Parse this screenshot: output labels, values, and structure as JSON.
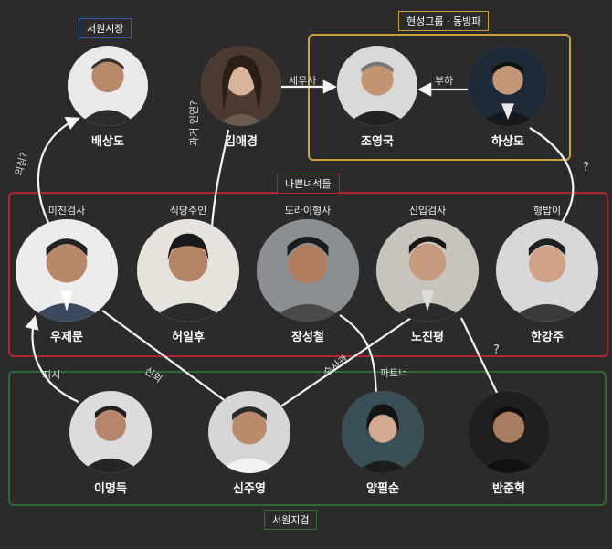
{
  "colors": {
    "background": "#2b2b2b",
    "mayor_box": "#2d5db8",
    "hyunsung_box": "#c9a23c",
    "villains_box": "#b3262f",
    "prosecutors_box": "#2f6b35",
    "lines": "#f5f5f5"
  },
  "tags": {
    "mayor": "서원시장",
    "hyunsung": "현성그룹 · 동방파",
    "villains": "나쁜녀석들",
    "prosecutors": "서원지검"
  },
  "people": {
    "bae": {
      "name": "배상도",
      "role": ""
    },
    "kim": {
      "name": "김애경",
      "role": ""
    },
    "jo": {
      "name": "조영국",
      "role": ""
    },
    "ha": {
      "name": "하상모",
      "role": ""
    },
    "woo": {
      "name": "우제문",
      "role": "미친검사"
    },
    "heo": {
      "name": "허일후",
      "role": "식당주인"
    },
    "jang": {
      "name": "장성철",
      "role": "또라이형사"
    },
    "noh": {
      "name": "노진평",
      "role": "신입검사"
    },
    "han": {
      "name": "한강주",
      "role": "형밥이"
    },
    "lee": {
      "name": "이명득",
      "role": ""
    },
    "shin": {
      "name": "신주영",
      "role": ""
    },
    "yang": {
      "name": "양필순",
      "role": ""
    },
    "ban": {
      "name": "반준혁",
      "role": ""
    }
  },
  "relations": {
    "kim_jo": "세무사",
    "ha_jo": "부하",
    "heo_kim": "과거 인연?",
    "woo_bae": "의심?",
    "han_ha": "?",
    "noh_ban": "?",
    "lee_woo": "지시",
    "woo_shin": "신뢰",
    "shin_noh": "수사관",
    "jang_yang": "파트너"
  }
}
